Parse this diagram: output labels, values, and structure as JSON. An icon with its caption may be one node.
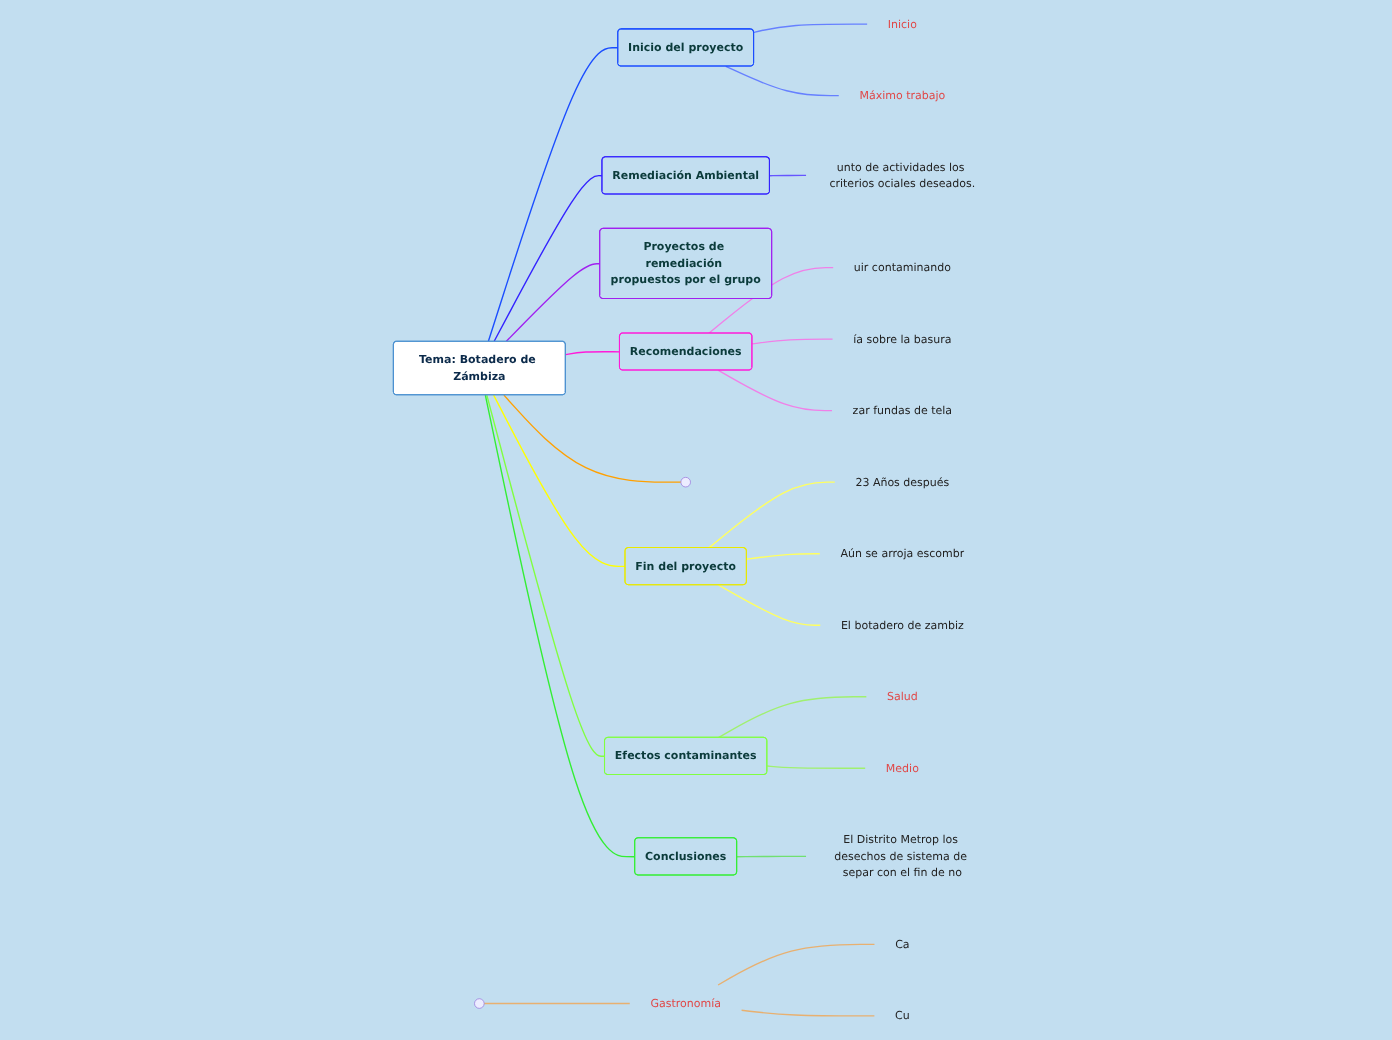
{
  "diagram": {
    "nodes": [
      {
        "text": [
          "Tema: Botadero de Zámbiza"
        ]
      },
      {
        "text": [
          "Inicio del proyecto"
        ]
      },
      {
        "text": [
          "Inicio"
        ]
      },
      {
        "text": [
          "Máximo trabajo"
        ]
      },
      {
        "text": [
          "Remediación Ambiental"
        ]
      },
      {
        "text": [
          "unto de actividades los criterios ociales deseados."
        ]
      },
      {
        "text": [
          "Proyectos de remediación propuestos por el grupo"
        ]
      },
      {
        "text": [
          "Recomendaciones"
        ]
      },
      {
        "text": [
          "uir contaminando"
        ]
      },
      {
        "text": [
          "ía sobre la basura"
        ]
      },
      {
        "text": [
          "zar fundas de tela"
        ]
      },
      {
        "text": [
          "Gastronomía"
        ]
      },
      {
        "text": [
          "Ca"
        ]
      },
      {
        "text": [
          "Cu"
        ]
      },
      {
        "text": [
          "Fin del proyecto"
        ]
      },
      {
        "text": [
          "23 Años después"
        ]
      },
      {
        "text": [
          "Aún se arroja escombr"
        ]
      },
      {
        "text": [
          "El botadero de zambiz"
        ]
      },
      {
        "text": [
          "Efectos contaminantes"
        ]
      },
      {
        "text": [
          "Salud"
        ]
      },
      {
        "text": [
          "Medio"
        ]
      },
      {
        "text": [
          "Conclusiones"
        ]
      },
      {
        "text": [
          "El Distrito Metrop los desechos de sistema de separ con el fin de no"
        ]
      }
    ],
    "edges": [
      {
        "from": 0,
        "to": 1,
        "arrow": "none",
        "color": "#1a4dff"
      },
      {
        "from": 1,
        "to": 2,
        "arrow": "none",
        "color": "#6680ff"
      },
      {
        "from": 1,
        "to": 3,
        "arrow": "none",
        "color": "#6680ff"
      },
      {
        "from": 0,
        "to": 4,
        "arrow": "none",
        "color": "#3322ff"
      },
      {
        "from": 4,
        "to": 5,
        "arrow": "none",
        "color": "#6655ff"
      },
      {
        "from": 0,
        "to": 6,
        "arrow": "none",
        "color": "#a020f0"
      },
      {
        "from": 0,
        "to": 7,
        "arrow": "none",
        "color": "#ff1ad9"
      },
      {
        "from": 7,
        "to": 8,
        "arrow": "none",
        "color": "#f080e8"
      },
      {
        "from": 7,
        "to": 9,
        "arrow": "none",
        "color": "#f080e8"
      },
      {
        "from": 7,
        "to": 10,
        "arrow": "none",
        "color": "#f080e8"
      },
      {
        "from": 0,
        "to": null,
        "arrow": "none",
        "color": "#ffa000"
      },
      {
        "from": null,
        "to": 11,
        "arrow": "none",
        "color": "#e8b070"
      },
      {
        "from": 11,
        "to": 12,
        "arrow": "none",
        "color": "#e8b070"
      },
      {
        "from": 11,
        "to": 13,
        "arrow": "none",
        "color": "#e8b070"
      },
      {
        "from": 0,
        "to": 14,
        "arrow": "none",
        "color": "#ffff00"
      },
      {
        "from": 14,
        "to": 15,
        "arrow": "none",
        "color": "#ffff60"
      },
      {
        "from": 14,
        "to": 16,
        "arrow": "none",
        "color": "#ffff60"
      },
      {
        "from": 14,
        "to": 17,
        "arrow": "none",
        "color": "#ffff60"
      },
      {
        "from": 0,
        "to": 18,
        "arrow": "none",
        "color": "#80ff40"
      },
      {
        "from": 18,
        "to": 19,
        "arrow": "none",
        "color": "#a0f070"
      },
      {
        "from": 18,
        "to": 20,
        "arrow": "none",
        "color": "#a0f070"
      },
      {
        "from": 0,
        "to": 21,
        "arrow": "none",
        "color": "#33ee33"
      },
      {
        "from": 21,
        "to": 22,
        "arrow": "none",
        "color": "#70e070"
      }
    ]
  }
}
